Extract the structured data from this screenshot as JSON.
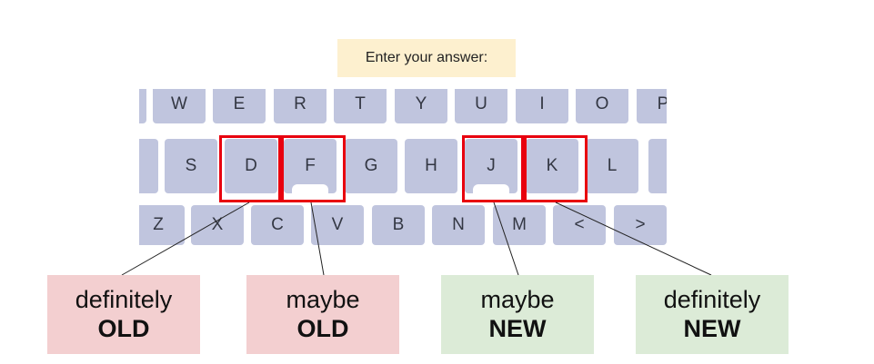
{
  "prompt": {
    "text": "Enter your answer:"
  },
  "keyboard": {
    "row1": [
      "",
      "W",
      "E",
      "R",
      "T",
      "Y",
      "U",
      "I",
      "O",
      "P"
    ],
    "row2": [
      "",
      "S",
      "D",
      "F",
      "G",
      "H",
      "J",
      "K",
      "L",
      ""
    ],
    "row3": [
      "Z",
      "X",
      "C",
      "V",
      "B",
      "N",
      "M",
      "<",
      ">"
    ]
  },
  "answers": [
    {
      "line1": "definitely",
      "line2": "OLD",
      "color": "#f3cfd0"
    },
    {
      "line1": "maybe",
      "line2": "OLD",
      "color": "#f3cfd0"
    },
    {
      "line1": "maybe",
      "line2": "NEW",
      "color": "#dcebd7"
    },
    {
      "line1": "definitely",
      "line2": "NEW",
      "color": "#dcebd7"
    }
  ],
  "colors": {
    "key": "#c0c5de",
    "highlight": "#e8000e",
    "prompt_bg": "#fdf0cf"
  }
}
